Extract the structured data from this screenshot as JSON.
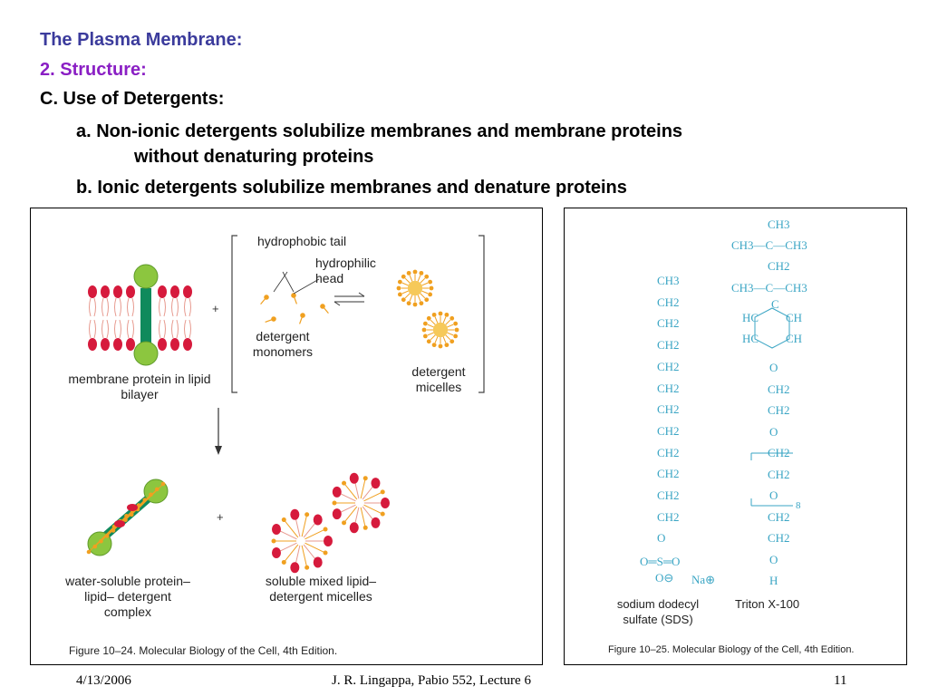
{
  "slide": {
    "title": "The Plasma Membrane:",
    "structure": "2. Structure:",
    "section_c": "C.  Use of Detergents:",
    "point_a_line1": "a.  Non-ionic detergents solubilize membranes and membrane proteins",
    "point_a_line2": "without denaturing proteins",
    "point_b": "b.  Ionic detergents solubilize membranes and denature proteins"
  },
  "figure1": {
    "hydrophobic_tail": "hydrophobic tail",
    "hydrophilic_head": "hydrophilic head",
    "detergent_monomers": "detergent monomers",
    "detergent_micelles": "detergent micelles",
    "membrane_protein": "membrane protein in lipid bilayer",
    "water_soluble_complex": "water-soluble protein–lipid– detergent complex",
    "mixed_micelles": "soluble mixed lipid–detergent micelles",
    "plus": "+",
    "caption": "Figure 10–24. Molecular Biology of the Cell, 4th Edition."
  },
  "figure2": {
    "sds_chain": [
      "CH3",
      "CH2",
      "CH2",
      "CH2",
      "CH2",
      "CH2",
      "CH2",
      "CH2",
      "CH2",
      "CH2",
      "CH2",
      "CH2",
      "O"
    ],
    "sds_sulfate_mid": "O═S═O",
    "sds_sulfate_low": "O⊖",
    "sds_counterion": "Na⊕",
    "triton_top": "CH3",
    "triton_tert1": "CH3—C—CH3",
    "triton_ch2": "CH2",
    "triton_tert2": "CH3—C—CH3",
    "triton_c": "C",
    "triton_hc1": "HC",
    "triton_ch1": "CH",
    "triton_hc2": "HC",
    "triton_ch2b": "CH",
    "triton_tail": [
      "O",
      "CH2",
      "CH2",
      "O",
      "CH2",
      "CH2",
      "O",
      "CH2",
      "CH2",
      "O",
      "H"
    ],
    "triton_repeat": "8",
    "sds_label": "sodium dodecyl sulfate (SDS)",
    "triton_label": "Triton X-100",
    "caption": "Figure 10–25. Molecular Biology of the Cell, 4th Edition."
  },
  "footer": {
    "date": "4/13/2006",
    "course": "J. R. Lingappa, Pabio 552, Lecture 6",
    "page": "11"
  },
  "colors": {
    "title": "#3b3b9c",
    "subtitle": "#8a1fc4",
    "lipid_head": "#d61a3c",
    "protein_knob": "#8cc63f",
    "protein_stalk": "#0f8a5c",
    "detergent": "#f0a020",
    "chem": "#3aa5c4"
  }
}
